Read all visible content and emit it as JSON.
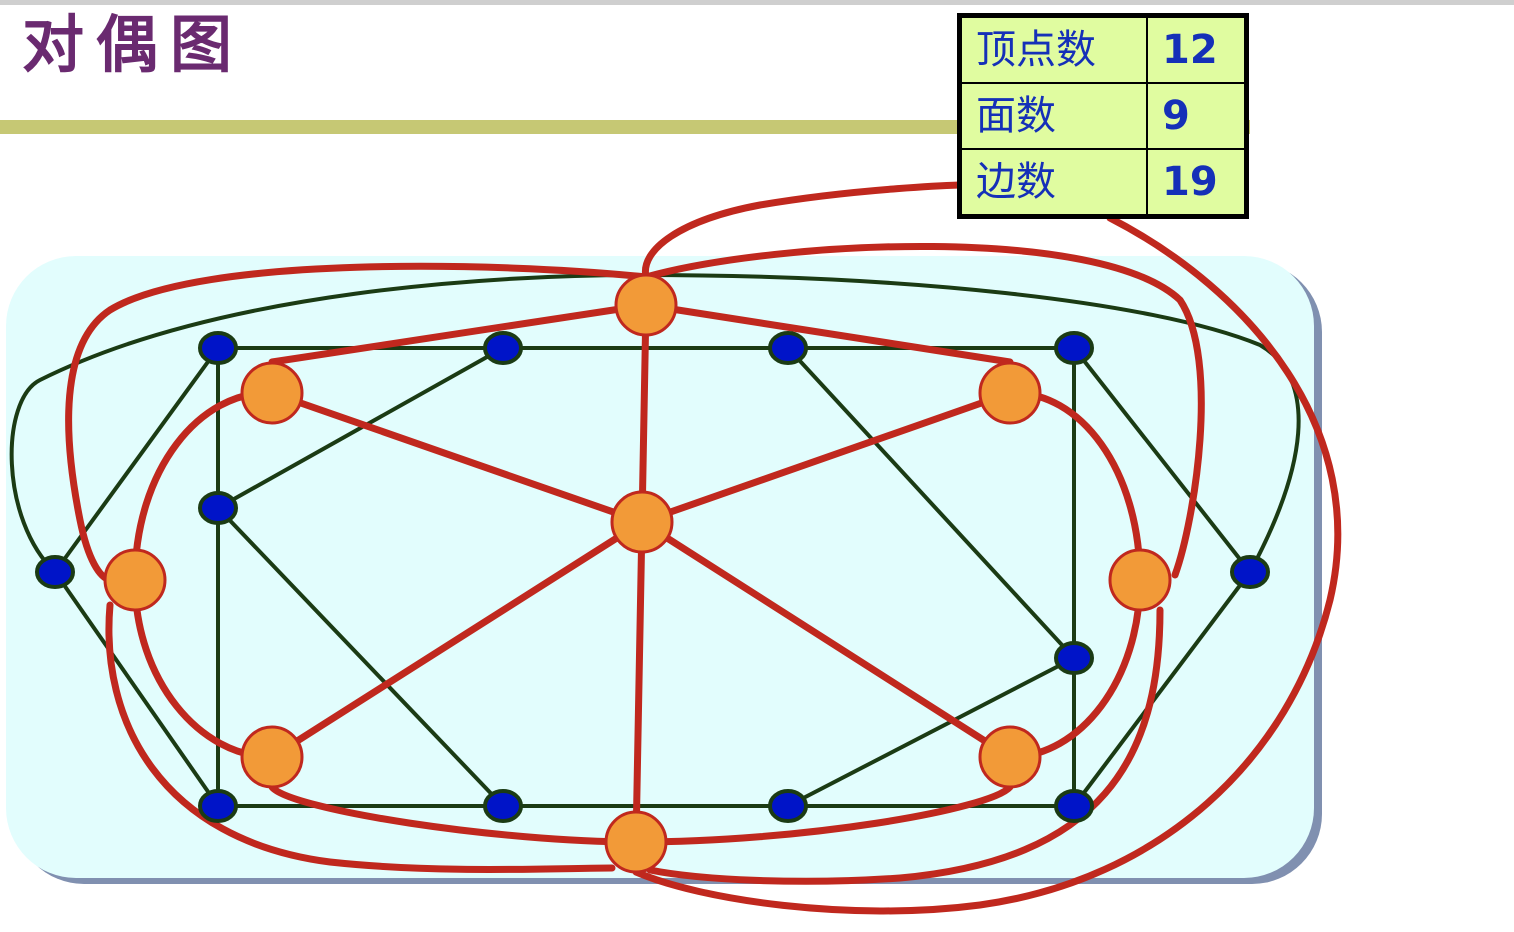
{
  "title": "对偶图",
  "stats": {
    "rows": [
      {
        "label": "顶点数",
        "value": "12"
      },
      {
        "label": "面数",
        "value": "9"
      },
      {
        "label": "边数",
        "value": "19"
      }
    ]
  },
  "colors": {
    "title": "#6a2a70",
    "rule": "#c6c874",
    "panel_fill": "#e2fdfd",
    "panel_shadow": "#8090b0",
    "primal_edge": "#1b3b14",
    "primal_vertex": "#0014c8",
    "dual_edge": "#c0281e",
    "dual_vertex": "#f29a38",
    "table_bg": "#e0fca0",
    "table_text": "#1530b8"
  }
}
